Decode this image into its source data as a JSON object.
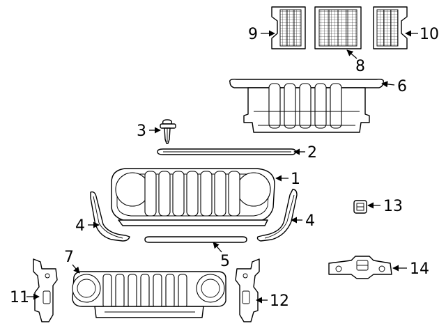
{
  "callouts": {
    "c1": "1",
    "c2": "2",
    "c3": "3",
    "c4a": "4",
    "c4b": "4",
    "c5": "5",
    "c6": "6",
    "c7": "7",
    "c8": "8",
    "c9": "9",
    "c10": "10",
    "c11": "11",
    "c12": "12",
    "c13": "13",
    "c14": "14"
  }
}
